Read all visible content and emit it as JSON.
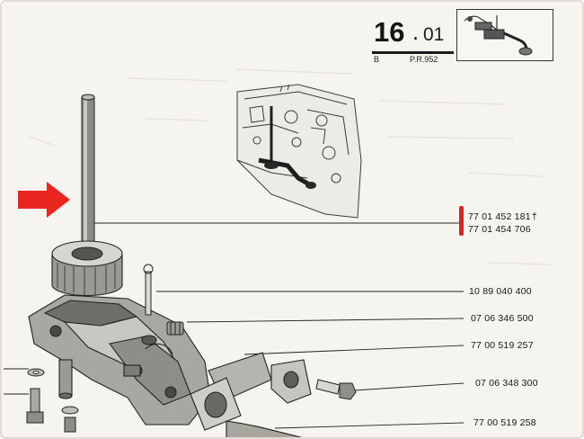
{
  "header": {
    "section_major": "16",
    "section_minor": "01",
    "variant": "B",
    "reference": "P.R.952"
  },
  "parts": {
    "dagger_mark": "†",
    "rows": [
      {
        "number": "77 01 452 181",
        "dagger": true
      },
      {
        "number": "77 01 454 706",
        "dagger": false
      },
      {
        "number": "10 89 040 400",
        "dagger": false
      },
      {
        "number": "07 06 346 500",
        "dagger": false
      },
      {
        "number": "77 00 519 257",
        "dagger": false
      },
      {
        "number": "07 06 348 300",
        "dagger": false
      },
      {
        "number": "77 00 519 258",
        "dagger": false
      }
    ]
  },
  "highlight": {
    "arrow_color": "#e8261f",
    "marker_color": "#e02020"
  }
}
